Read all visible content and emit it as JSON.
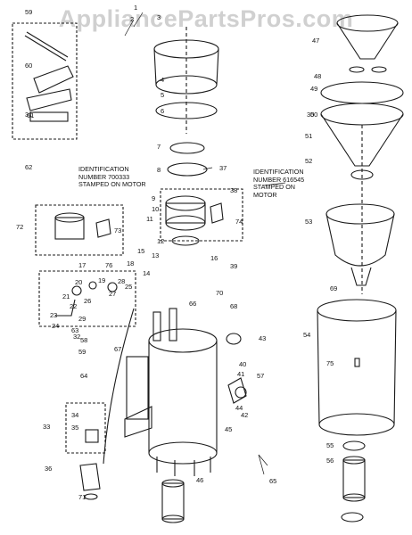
{
  "watermark": "AppliancePartsPros.com",
  "notes": {
    "left": "IDENTIFICATION NUMBER 700333 STAMPED ON MOTOR",
    "right": "IDENTIFICATION NUMBER 616545 STAMPED ON MOTOR"
  },
  "callouts": [
    "59",
    "1",
    "2",
    "3",
    "4",
    "5",
    "6",
    "7",
    "8",
    "9",
    "10",
    "11",
    "12",
    "13",
    "14",
    "15",
    "16",
    "17",
    "18",
    "19",
    "20",
    "21",
    "22",
    "23",
    "24",
    "25",
    "26",
    "27",
    "28",
    "29",
    "30",
    "31",
    "32",
    "33",
    "34",
    "35",
    "36",
    "37",
    "38",
    "39",
    "40",
    "41",
    "42",
    "43",
    "44",
    "45",
    "46",
    "47",
    "48",
    "49",
    "50",
    "51",
    "52",
    "53",
    "54",
    "55",
    "56",
    "57",
    "58",
    "59",
    "60",
    "61",
    "62",
    "63",
    "64",
    "65",
    "66",
    "67",
    "68",
    "69",
    "70",
    "71",
    "72",
    "73",
    "74",
    "75",
    "76"
  ],
  "colors": {
    "ink": "#1a1a1a",
    "background": "#ffffff",
    "watermark": "#9a9a9a"
  }
}
